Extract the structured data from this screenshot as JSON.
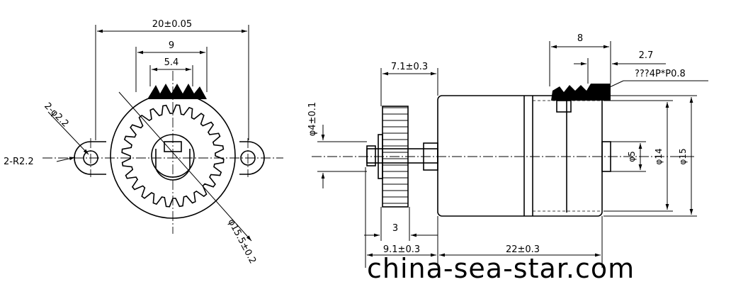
{
  "front_view": {
    "overall_width": "20±0.05",
    "rack_width": "9",
    "rack_inner": "5.4",
    "hole_dia": "2-φ2.2",
    "hole_radius": "2-R2.2",
    "pitch_dia": "φ15.5±0.2"
  },
  "side_view": {
    "gear_offset": "7.1±0.3",
    "shaft_dia": "φ4±0.1",
    "gear_thickness": "3",
    "shaft_length": "9.1±0.3",
    "body_length": "22±0.3",
    "connector_width": "8",
    "connector_offset": "2.7",
    "connector_spec": "???4P*P0.8",
    "boss_dia": "φ5",
    "body_inner_dia": "φ14",
    "body_dia": "φ15"
  },
  "watermark": "china-sea-star.com"
}
